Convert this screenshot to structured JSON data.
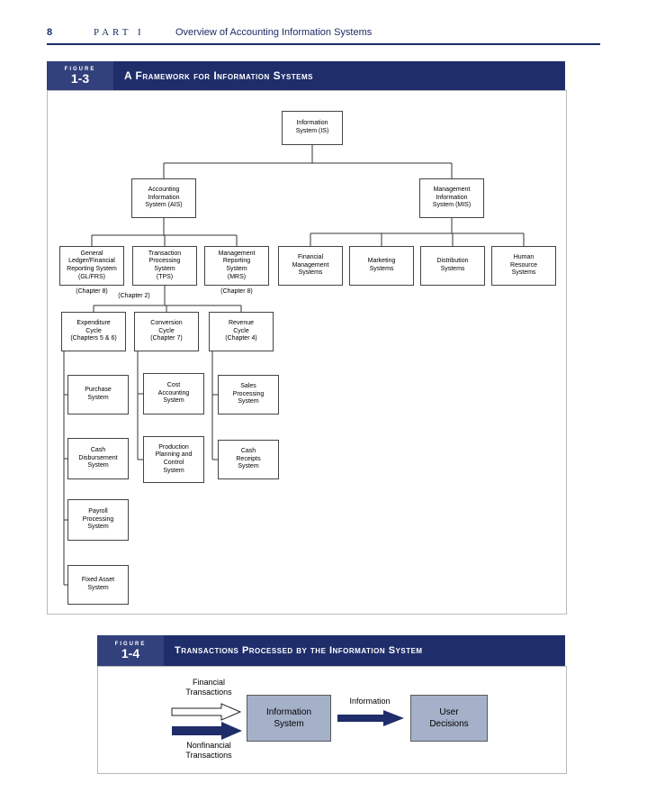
{
  "colors": {
    "navy": "#1f2d6a",
    "figure_label_navy": "#32407c",
    "flow_box_fill": "#a4b1c9"
  },
  "header": {
    "page_number": "8",
    "part": "PART I",
    "title": "Overview of Accounting Information Systems"
  },
  "figure3": {
    "label": "FIGURE",
    "number": "1-3",
    "title": "A Framework for Information Systems",
    "nodes": {
      "is": "Information\nSystem (IS)",
      "ais": "Accounting\nInformation\nSystem (AIS)",
      "mis": "Management\nInformation\nSystem (MIS)",
      "glfrs": "General\nLedger/Financial\nReporting System\n(GL/FRS)",
      "glfrs_note": "(Chapter 8)",
      "tps": "Transaction\nProcessing\nSystem\n(TPS)",
      "tps_note": "(Chapter 2)",
      "mrs": "Management\nReporting\nSystem\n(MRS)",
      "mrs_note": "(Chapter 8)",
      "fin_mgmt": "Financial\nManagement\nSystems",
      "marketing": "Marketing\nSystems",
      "distribution": "Distribution\nSystems",
      "human_resource": "Human\nResource\nSystems",
      "expenditure": "Expenditure\nCycle\n(Chapters 5 & 6)",
      "conversion": "Conversion\nCycle\n(Chapter 7)",
      "revenue": "Revenue\nCycle\n(Chapter 4)",
      "purchase": "Purchase\nSystem",
      "cash_disbursement": "Cash\nDisbursement\nSystem",
      "payroll": "Payroll\nProcessing\nSystem",
      "fixed_asset": "Fixed Asset\nSystem",
      "cost_accounting": "Cost\nAccounting\nSystem",
      "production_planning": "Production\nPlanning and\nControl\nSystem",
      "sales_processing": "Sales\nProcessing\nSystem",
      "cash_receipts": "Cash\nReceipts\nSystem"
    }
  },
  "figure4": {
    "label": "FIGURE",
    "number": "1-4",
    "title": "Transactions Processed by the Information System",
    "financial_label": "Financial\nTransactions",
    "nonfinancial_label": "Nonfinancial\nTransactions",
    "information_label": "Information",
    "is_box": "Information\nSystem",
    "decisions_box": "User\nDecisions"
  }
}
